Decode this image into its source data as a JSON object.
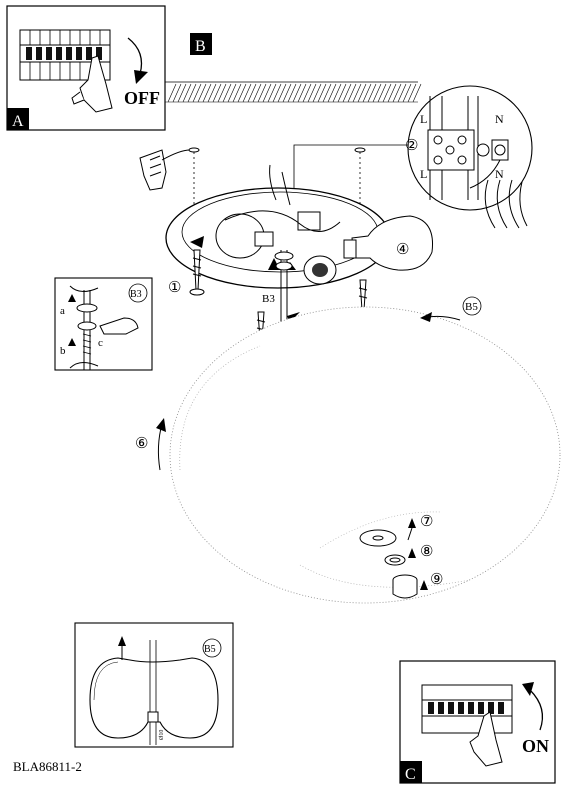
{
  "panels": {
    "A": {
      "letter": "A",
      "action": "OFF"
    },
    "B": {
      "letter": "B"
    },
    "C": {
      "letter": "C",
      "action": "ON"
    }
  },
  "callouts": {
    "step1": "①",
    "step2": "②",
    "step4": "④",
    "step6": "⑥",
    "step7": "⑦",
    "step8": "⑧",
    "step9": "⑨",
    "b3": "B3",
    "b5": "B5"
  },
  "terminal": {
    "live": "L",
    "neutral": "N"
  },
  "inset_b3": {
    "title": "B3",
    "a": "a",
    "b": "b",
    "c": "c"
  },
  "inset_b5": {
    "title": "B5",
    "dim": "Ø10"
  },
  "model_code": "BLA86811-2"
}
